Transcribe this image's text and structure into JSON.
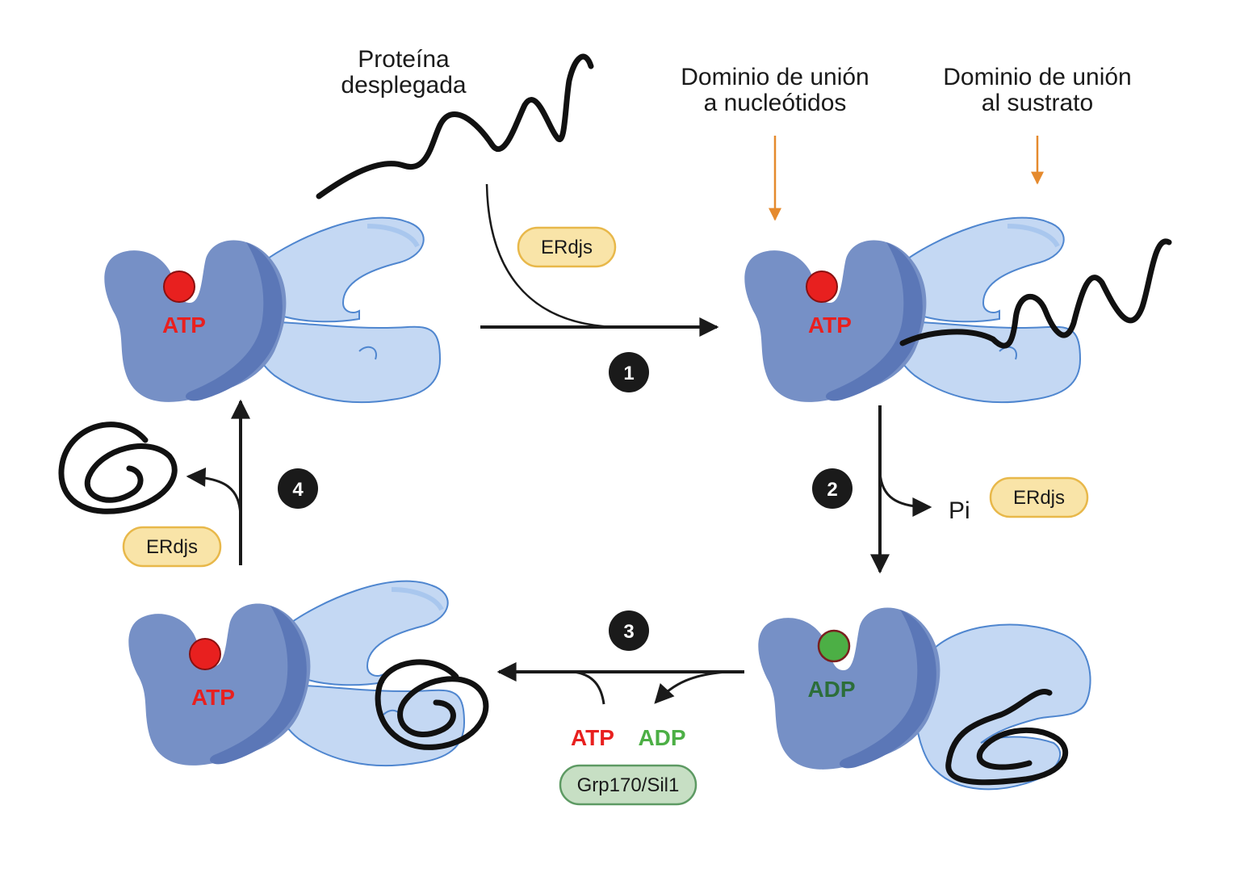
{
  "labels": {
    "unfolded_protein": [
      "Proteína",
      "desplegada"
    ],
    "nucleotide_domain": [
      "Dominio de unión",
      "a nucleótidos"
    ],
    "substrate_domain": [
      "Dominio de unión",
      "al sustrato"
    ],
    "pi": "Pi"
  },
  "nucleotides": {
    "atp": "ATP",
    "adp": "ADP"
  },
  "cofactors": {
    "erdjs": "ERdjs",
    "grp170_sil1": "Grp170/Sil1"
  },
  "steps": [
    "1",
    "2",
    "3",
    "4"
  ],
  "colors": {
    "nbd": "#7690c6",
    "nbd_dark": "#5b77b7",
    "sbd": "#c4d8f3",
    "sbd_stroke": "#4f86cf",
    "atp": "#e8201f",
    "adp_text": "#2c6e3a",
    "adp_dot": "#4caf45",
    "adp_green_text": "#4caf45",
    "erdjs_fill": "#f9e4a8",
    "erdjs_stroke": "#e8b84a",
    "grp_fill": "#c7dfc4",
    "grp_stroke": "#5d9a63",
    "arrow_orange": "#e58a2e",
    "step_badge": "#1a1a1a"
  }
}
